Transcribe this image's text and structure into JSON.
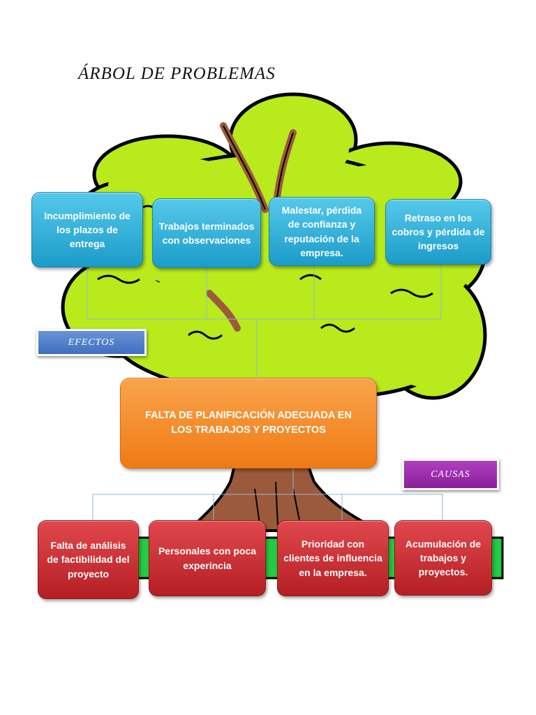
{
  "title": "ÁRBOL DE PROBLEMAS",
  "labels": {
    "efectos": "EFECTOS",
    "causas": "CAUSAS"
  },
  "central_problem": "FALTA DE PLANIFICACIÓN ADECUADA EN LOS TRABAJOS Y PROYECTOS",
  "effects": [
    "Incumplimiento de los plazos de entrega",
    "Trabajos terminados con observaciones",
    "Malestar, pérdida de confianza y reputación de la empresa.",
    "Retraso en los cobros y pérdida de ingresos"
  ],
  "causes": [
    "Falta de análisis de factibilidad del proyecto",
    "Personales con poca experincia",
    "Prioridad con clientes de influencia en la empresa.",
    "Acumulación de trabajos y proyectos."
  ],
  "colors": {
    "effects": "#2bb0dc",
    "causes": "#c62b30",
    "central": "#f58a24",
    "foliage": "#b8ea1c",
    "trunk": "#9b5a3c",
    "ground": "#22cc44",
    "efectos_tag": "#5080c8",
    "causas_tag": "#a030b0"
  }
}
